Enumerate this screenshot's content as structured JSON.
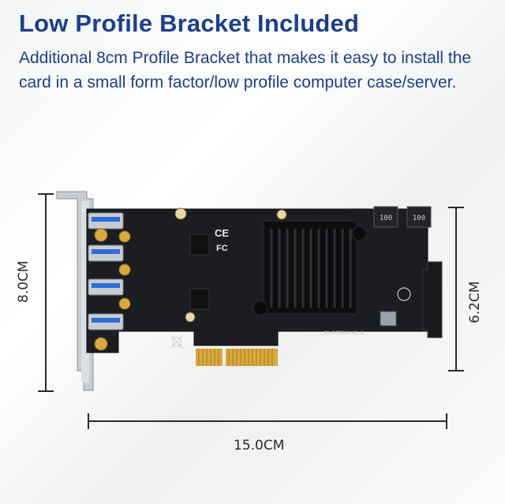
{
  "header": {
    "title": "Low Profile Bracket Included",
    "description": "Additional 8cm Profile Bracket that makes it easy to install the card in a small form factor/low profile computer case/server."
  },
  "dimensions": {
    "height_bracket": "8.0CM",
    "height_card": "6.2CM",
    "length": "15.0CM"
  },
  "board_marks": {
    "ce": "CE",
    "fc": "FC",
    "pcie_label": "IS-PCE3U4-V1.0",
    "inductor_1": "100",
    "inductor_2": "100"
  },
  "colors": {
    "title": "#1b3f8b",
    "pcb": "#1c1d20",
    "heatsink": "#0d0e10",
    "gold": "#d9a93d",
    "dimension_line": "#2a2a2a"
  }
}
